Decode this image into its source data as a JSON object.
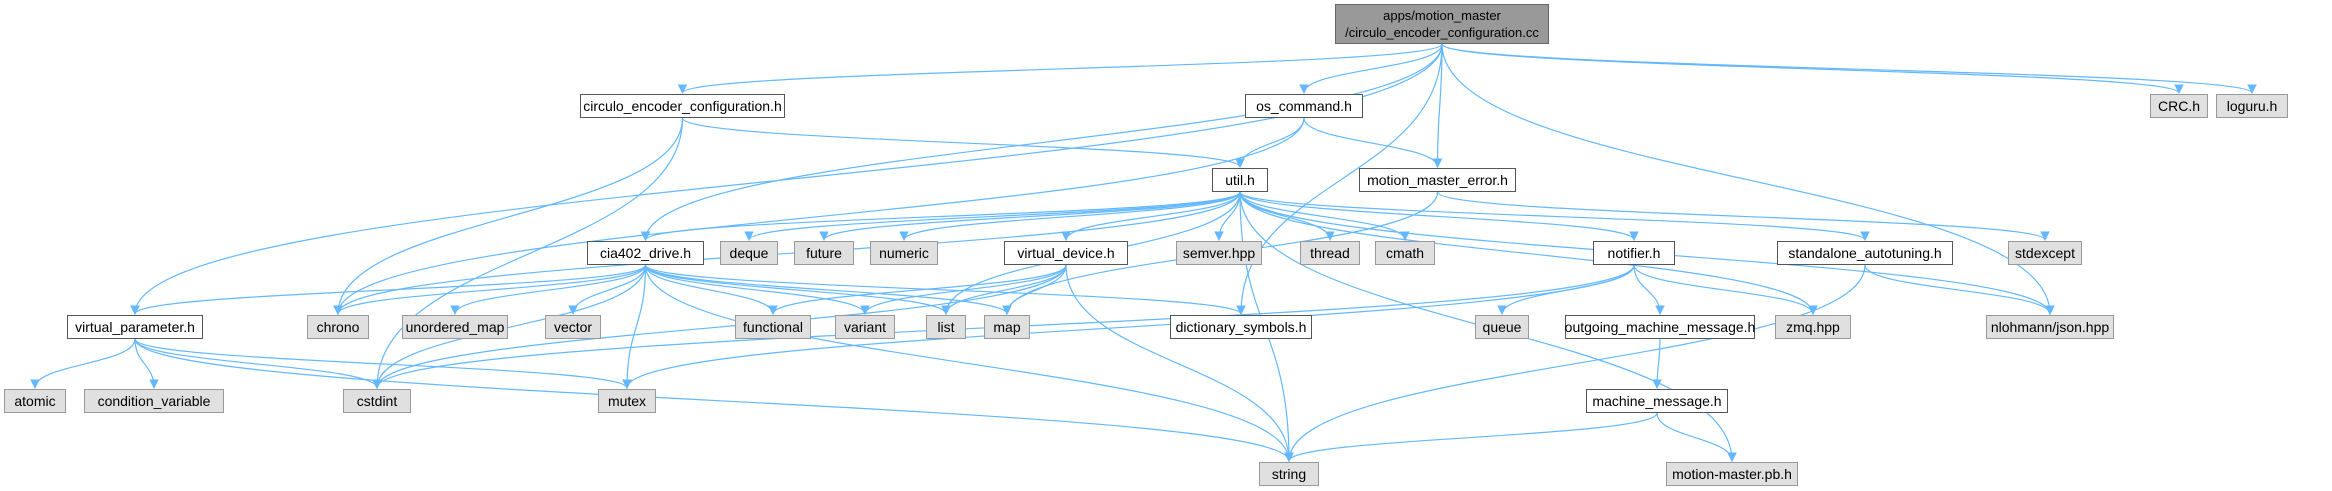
{
  "colors": {
    "edge": "#63b8ff",
    "root": "#999999",
    "documented": "#ffffff",
    "external": "#e0e0e0",
    "border": "#666666"
  },
  "nodes": {
    "root": {
      "line1": "apps/motion_master",
      "line2": "/circulo_encoder_configuration.cc"
    },
    "circulo_encoder_configuration_h": "circulo_encoder_configuration.h",
    "os_command_h": "os_command.h",
    "crc_h": "CRC.h",
    "loguru_h": "loguru.h",
    "util_h": "util.h",
    "motion_master_error_h": "motion_master_error.h",
    "cia402_drive_h": "cia402_drive.h",
    "deque": "deque",
    "future": "future",
    "numeric": "numeric",
    "virtual_device_h": "virtual_device.h",
    "semver_hpp": "semver.hpp",
    "thread": "thread",
    "cmath": "cmath",
    "notifier_h": "notifier.h",
    "standalone_autotuning_h": "standalone_autotuning.h",
    "stdexcept": "stdexcept",
    "virtual_parameter_h": "virtual_parameter.h",
    "chrono": "chrono",
    "unordered_map": "unordered_map",
    "vector": "vector",
    "functional": "functional",
    "variant": "variant",
    "list": "list",
    "map": "map",
    "dictionary_symbols_h": "dictionary_symbols.h",
    "queue": "queue",
    "outgoing_machine_message_h": "outgoing_machine_message.h",
    "zmq_hpp": "zmq.hpp",
    "nlohmann_json_hpp": "nlohmann/json.hpp",
    "atomic": "atomic",
    "condition_variable": "condition_variable",
    "cstdint": "cstdint",
    "mutex": "mutex",
    "machine_message_h": "machine_message.h",
    "string": "string",
    "motion_master_pb_h": "motion-master.pb.h"
  }
}
